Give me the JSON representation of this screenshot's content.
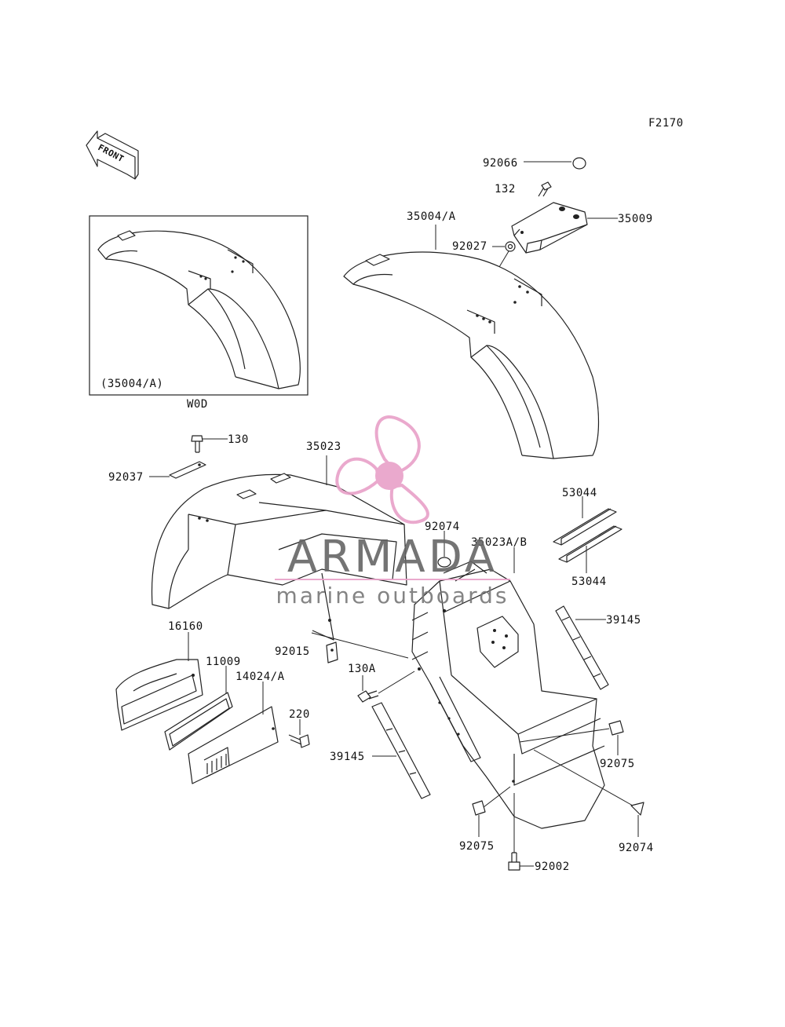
{
  "figure_code": "F2170",
  "front_label": "FRONT",
  "inset": {
    "caption": "(35004/A)",
    "below_label": "W0D"
  },
  "callouts": {
    "p92066": "92066",
    "p132": "132",
    "p35009": "35009",
    "p35004a": "35004/A",
    "p92027": "92027",
    "p130": "130",
    "p92037": "92037",
    "p35023": "35023",
    "p53044_top": "53044",
    "p53044_bottom": "53044",
    "p92074_top": "92074",
    "p35023ab": "35023A/B",
    "p39145_right": "39145",
    "p16160": "16160",
    "p11009": "11009",
    "p14024a": "14024/A",
    "p92015": "92015",
    "p130a": "130A",
    "p220": "220",
    "p39145_left": "39145",
    "p92075_right": "92075",
    "p92075_bottom": "92075",
    "p92074_bottom": "92074",
    "p92002": "92002"
  },
  "watermark": {
    "brand": "ARMADA",
    "tagline": "marine outboards",
    "color": "#e8a0c8"
  }
}
